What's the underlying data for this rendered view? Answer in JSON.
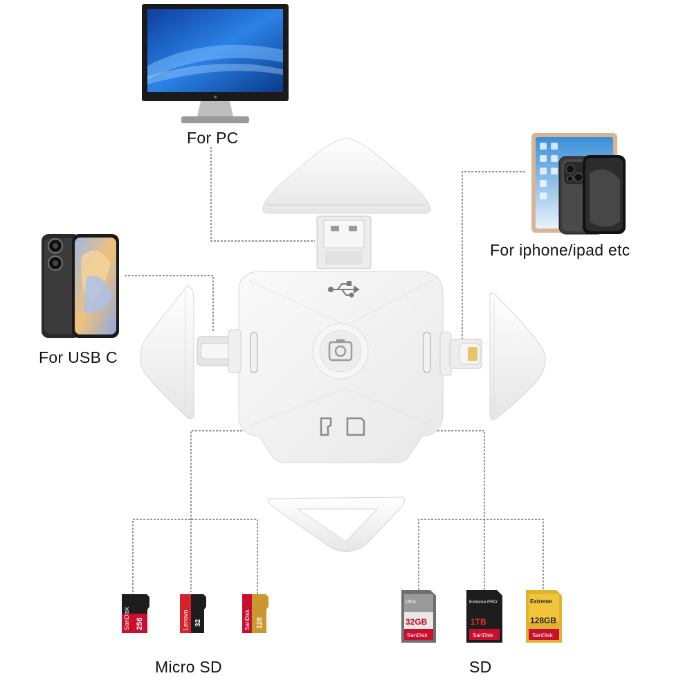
{
  "labels": {
    "pc": "For PC",
    "iphone": "For iphone/ipad etc",
    "usbc": "For USB C",
    "microsd": "Micro SD",
    "sd": "SD"
  },
  "microsd_cards": [
    {
      "brand": "SanDisk",
      "capacity": "256"
    },
    {
      "brand": "Lenovo",
      "capacity": "32"
    },
    {
      "brand": "SanDisk",
      "capacity": "128"
    }
  ],
  "sd_cards": [
    {
      "brand": "SanDisk",
      "line": "Ultra",
      "capacity": "32GB"
    },
    {
      "brand": "SanDisk",
      "line": "Extreme PRO",
      "capacity": "1TB"
    },
    {
      "brand": "SanDisk",
      "line": "Extreme",
      "capacity": "128GB"
    }
  ],
  "colors": {
    "connector_line": "#555555",
    "device_white": "#f4f4f4",
    "monitor_screen": "#1f6fd6",
    "ipad_gold": "#d9b493",
    "lightning_gold": "#e9c56a",
    "card_red": "#d8222b",
    "card_gold": "#c9992f",
    "card_black": "#1d1d1d"
  }
}
